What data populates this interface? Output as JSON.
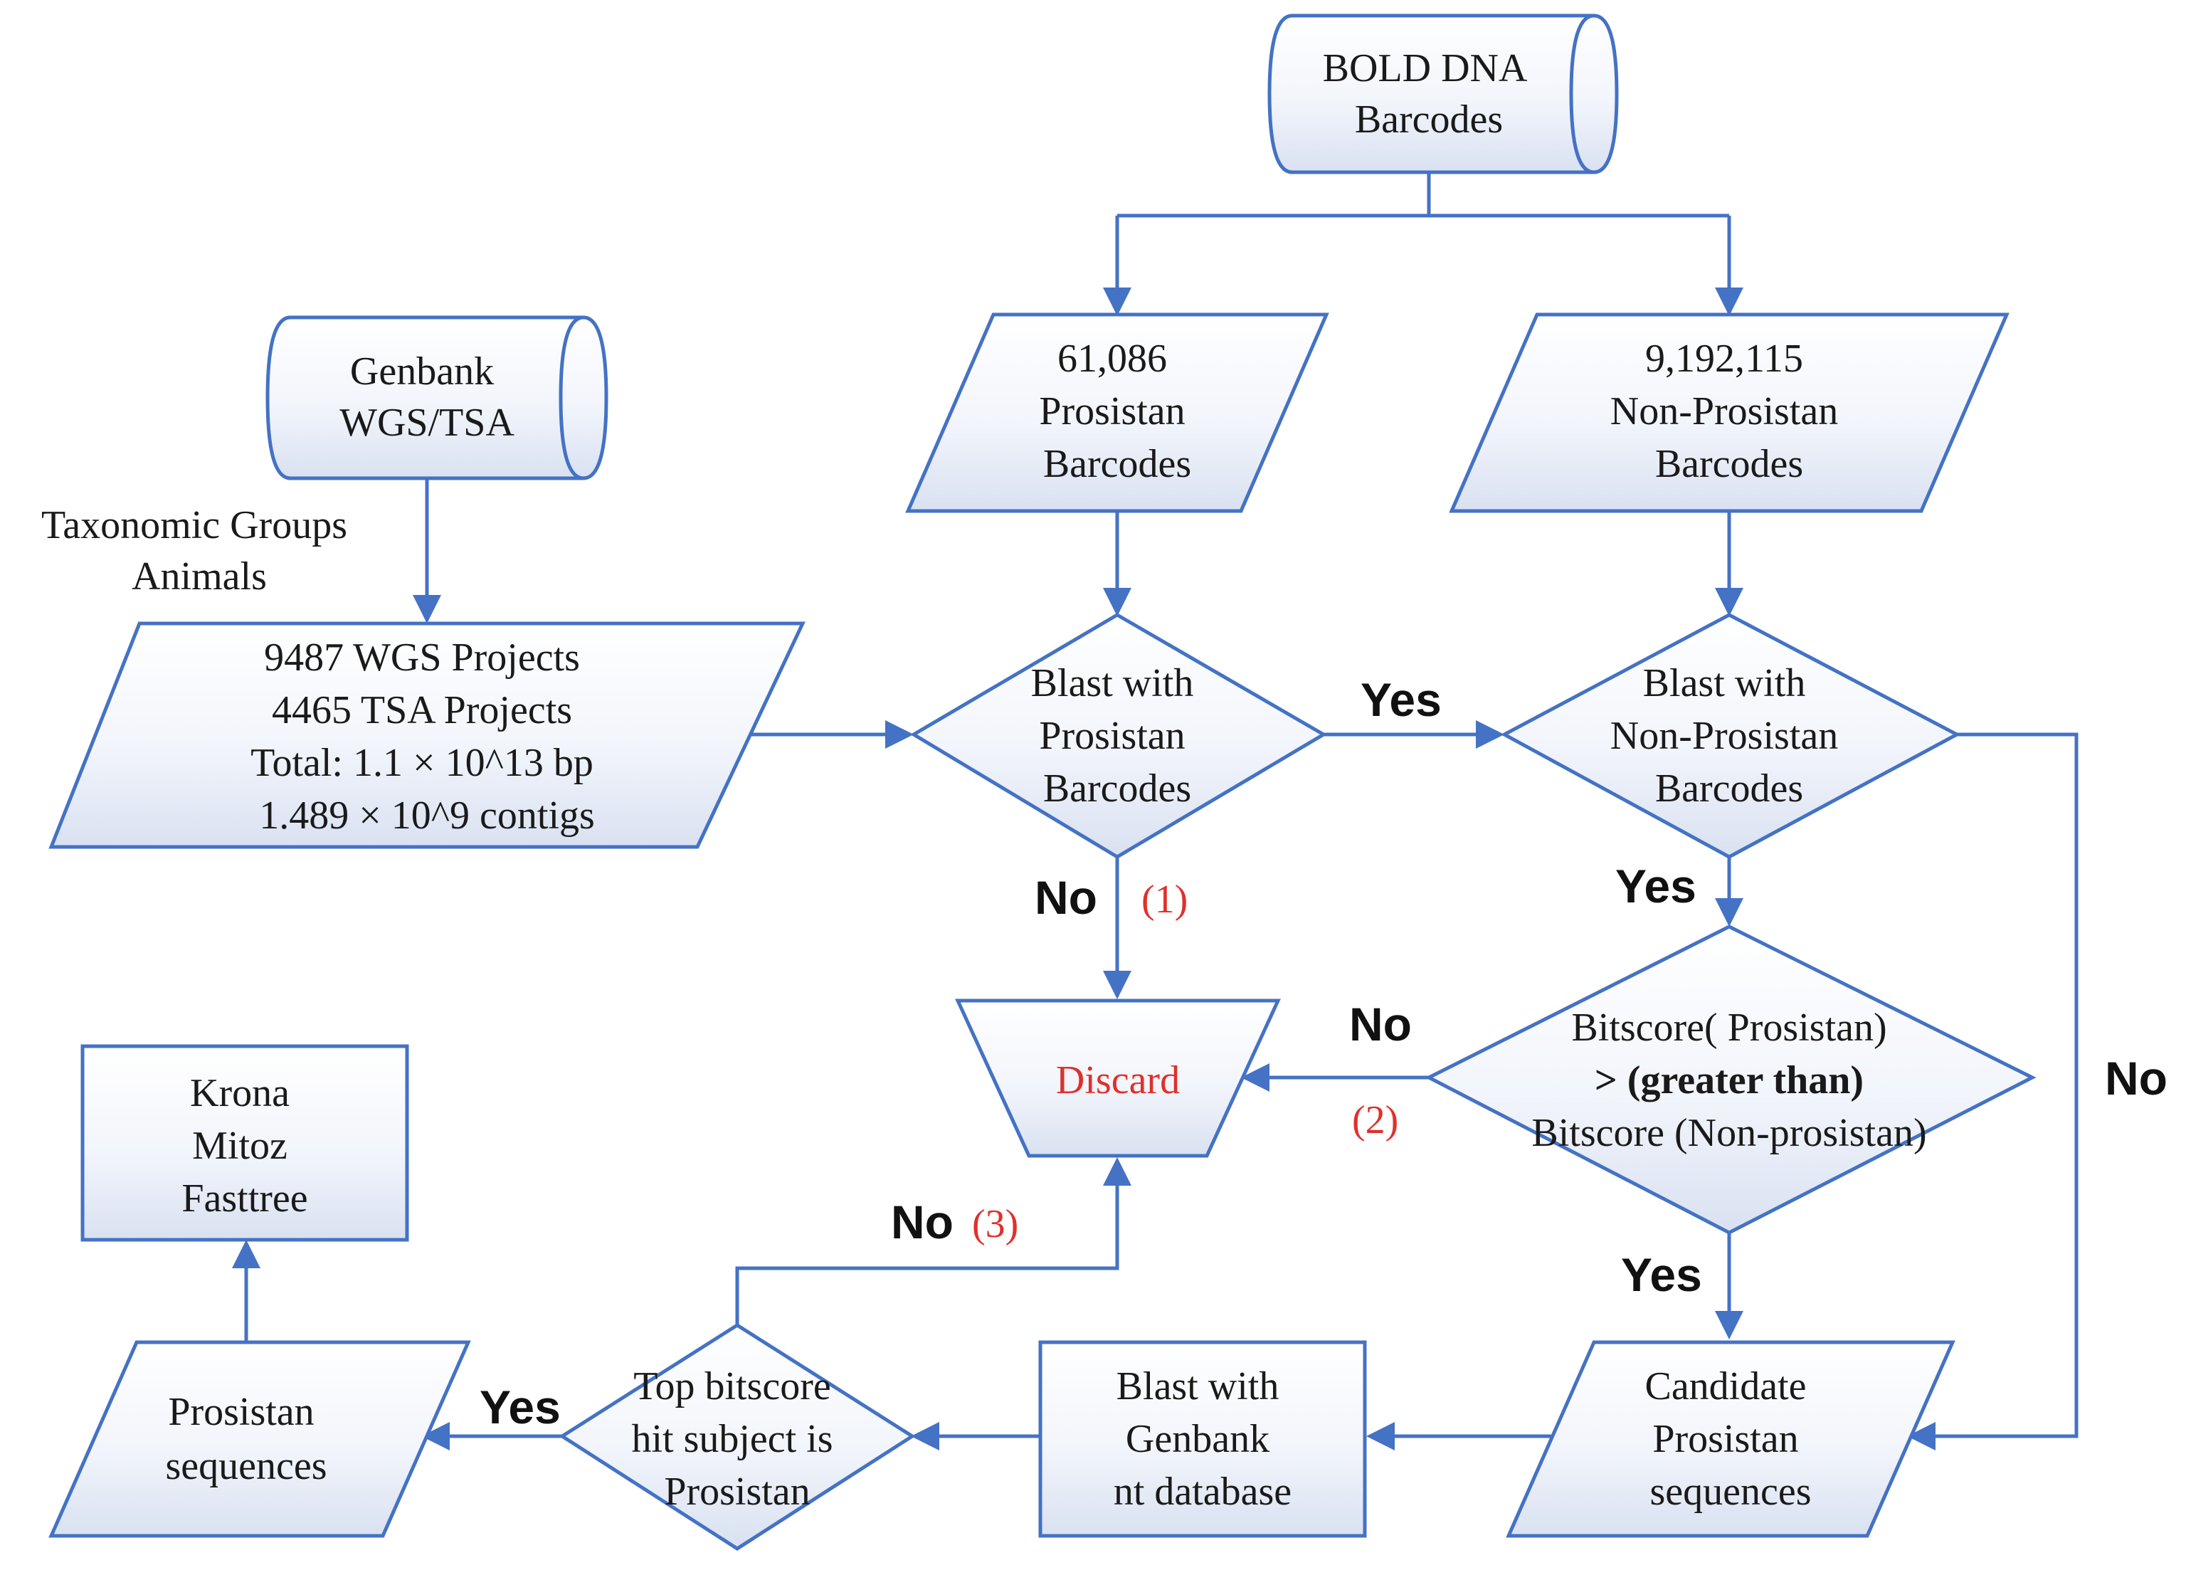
{
  "nodes": {
    "bold": {
      "lines": [
        "BOLD DNA",
        "Barcodes"
      ]
    },
    "genbank": {
      "lines": [
        "Genbank",
        "WGS/TSA"
      ]
    },
    "taxonomic": {
      "lines": [
        "Taxonomic Groups",
        "Animals"
      ]
    },
    "prosistan_barcodes": {
      "lines": [
        "61,086",
        "Prosistan",
        "Barcodes"
      ]
    },
    "nonprosistan_barcodes": {
      "lines": [
        "9,192,115",
        "Non-Prosistan",
        "Barcodes"
      ]
    },
    "projects": {
      "lines": [
        "9487 WGS Projects",
        "4465 TSA Projects",
        "Total: 1.1 × 10^13 bp",
        "1.489 × 10^9 contigs"
      ]
    },
    "blast_prosistan": {
      "lines": [
        "Blast with",
        "Prosistan",
        "Barcodes"
      ]
    },
    "blast_nonprosistan": {
      "lines": [
        "Blast with",
        "Non-Prosistan",
        "Barcodes"
      ]
    },
    "discard": {
      "lines": [
        "Discard"
      ]
    },
    "bitscore": {
      "line1": "Bitscore( Prosistan)",
      "line2": "> (greater than)",
      "line3": "Bitscore (Non-prosistan)"
    },
    "krona": {
      "lines": [
        "Krona",
        "Mitoz",
        "Fasttree"
      ]
    },
    "prosistan_seq": {
      "lines": [
        "Prosistan",
        "sequences"
      ]
    },
    "top_bitscore": {
      "lines": [
        "Top bitscore",
        "hit subject is",
        "Prosistan"
      ]
    },
    "blast_genbank": {
      "lines": [
        "Blast with",
        "Genbank",
        "nt database"
      ]
    },
    "candidate": {
      "lines": [
        "Candidate",
        "Prosistan",
        "sequences"
      ]
    }
  },
  "edge_labels": {
    "yes_blast": "Yes",
    "no_1": "No",
    "num_1": "(1)",
    "yes_nonpro": "Yes",
    "no_right": "No",
    "no_2": "No",
    "num_2": "(2)",
    "yes_bitscore": "Yes",
    "no_3": "No",
    "num_3": "(3)",
    "yes_top": "Yes"
  },
  "colors": {
    "stroke": "#4472c4",
    "fill_light": "#ffffff",
    "fill_dark": "#dbe3f2",
    "accent_red": "#e0302a"
  }
}
